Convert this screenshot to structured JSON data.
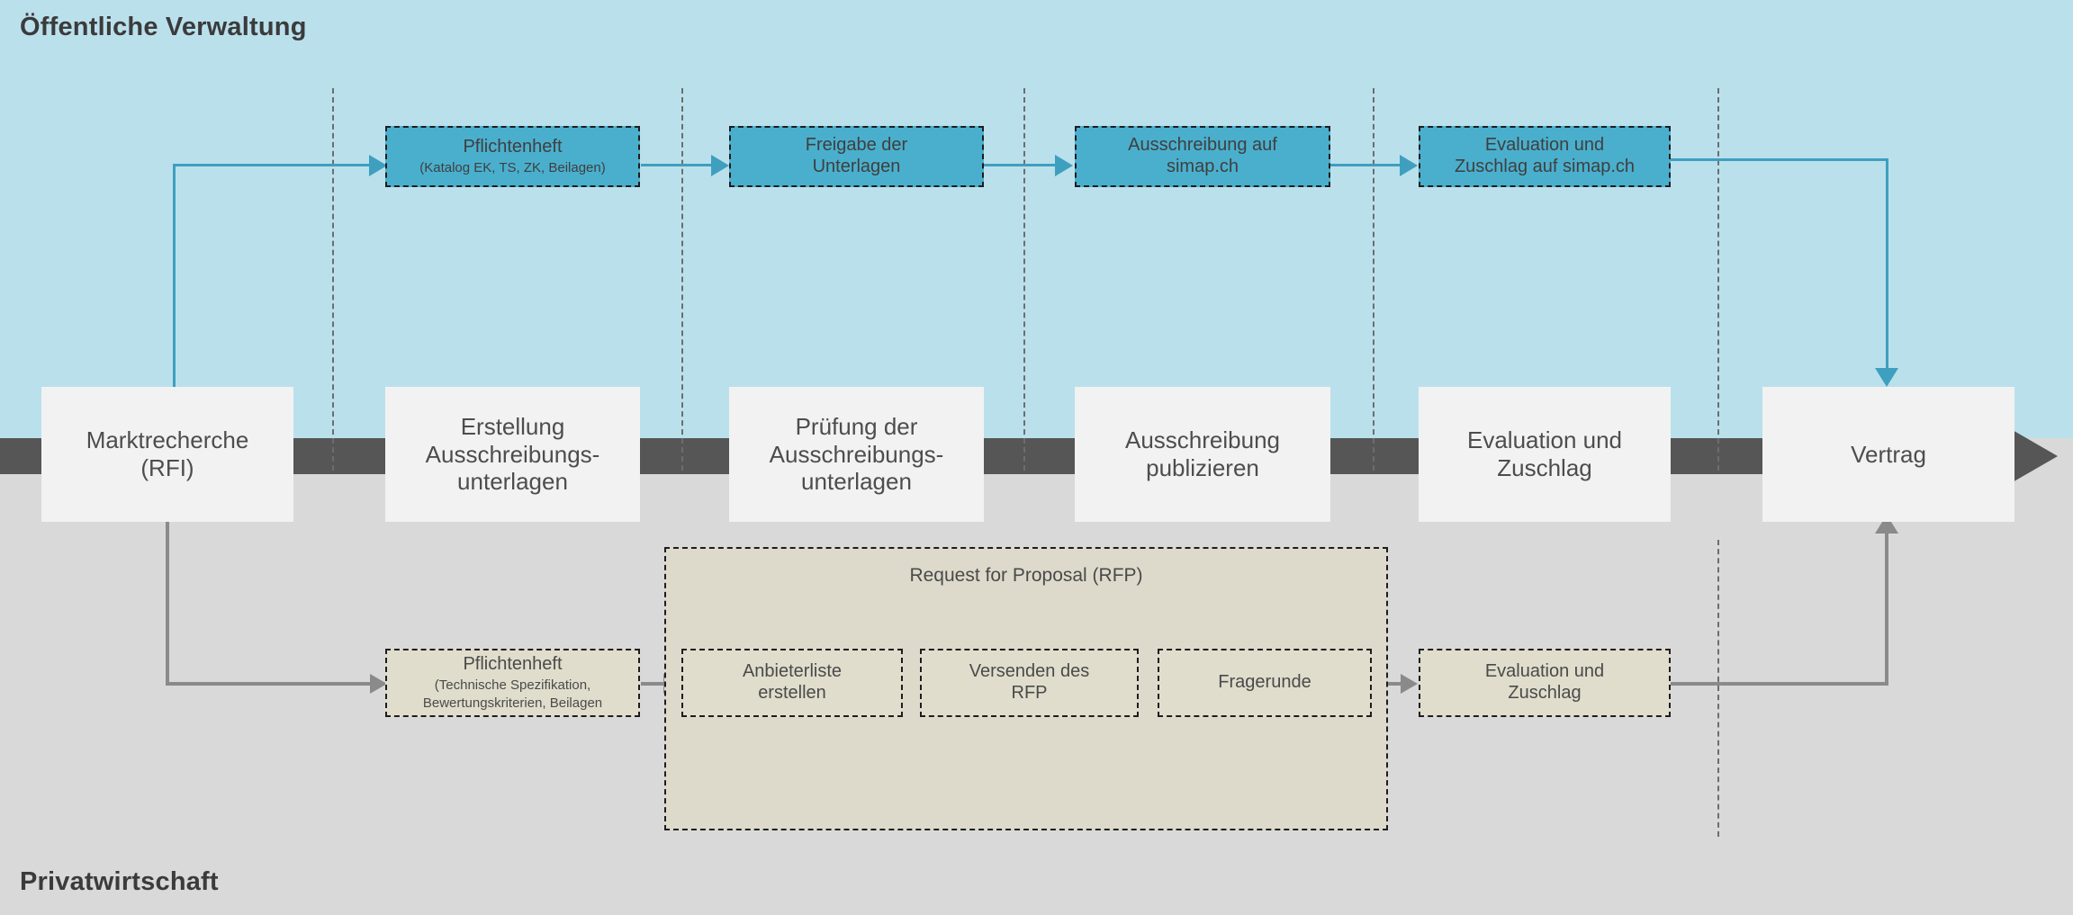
{
  "lanes": {
    "public": {
      "title": "Öffentliche Verwaltung",
      "color": "#bae0ec"
    },
    "private": {
      "title": "Privatwirtschaft",
      "color": "#d9d9d9"
    }
  },
  "band": {
    "color": "#565656"
  },
  "colors": {
    "blue_box": "#4aafcd",
    "beige_box": "#e0ddcc",
    "main_box": "#f2f2f2",
    "blue_arrow": "#3e9fbf",
    "grey_arrow": "#8a8a8a",
    "text": "#4a4a4a"
  },
  "public_steps": [
    {
      "title": "Pflichtenheft",
      "sub": "(Katalog EK, TS, ZK, Beilagen)"
    },
    {
      "title": "Freigabe der",
      "sub2": "Unterlagen"
    },
    {
      "title": "Ausschreibung auf",
      "sub2": "simap.ch"
    },
    {
      "title": "Evaluation und",
      "sub2": "Zuschlag auf simap.ch"
    }
  ],
  "main_steps": [
    {
      "l1": "Marktrecherche",
      "l2": "(RFI)"
    },
    {
      "l1": "Erstellung",
      "l2": "Ausschreibungs-",
      "l3": "unterlagen"
    },
    {
      "l1": "Prüfung der",
      "l2": "Ausschreibungs-",
      "l3": "unterlagen"
    },
    {
      "l1": "Ausschreibung",
      "l2": "publizieren"
    },
    {
      "l1": "Evaluation und",
      "l2": "Zuschlag"
    },
    {
      "l1": "Vertrag",
      "l2": ""
    }
  ],
  "rfp_group": {
    "label": "Request for Proposal (RFP)"
  },
  "private_steps": [
    {
      "title": "Pflichtenheft",
      "sub": "(Technische Spezifikation,",
      "sub2": "Bewertungskriterien, Beilagen"
    },
    {
      "title": "Anbieterliste",
      "sub2": "erstellen"
    },
    {
      "title": "Versenden des",
      "sub2": "RFP"
    },
    {
      "title": "Fragerunde",
      "sub2": ""
    },
    {
      "title": "Evaluation und",
      "sub2": "Zuschlag"
    }
  ]
}
